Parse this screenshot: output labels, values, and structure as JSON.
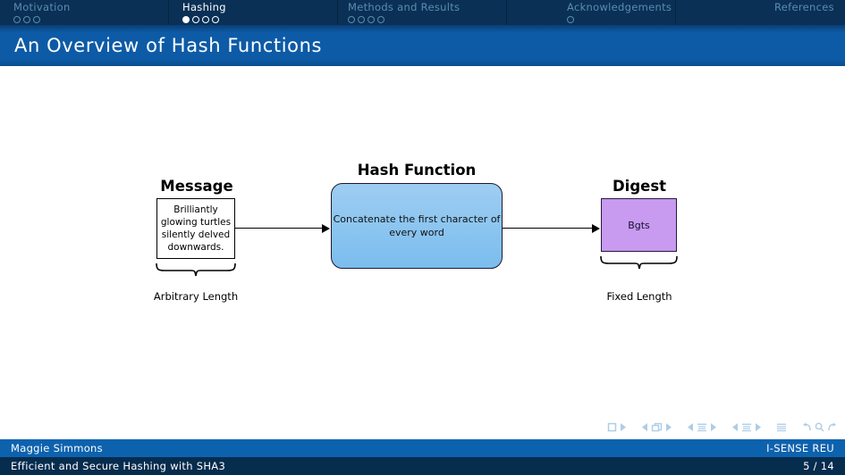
{
  "navbar": {
    "sections": [
      {
        "label": "Motivation",
        "dots": 3,
        "active_index": -1,
        "active": false
      },
      {
        "label": "Hashing",
        "dots": 4,
        "active_index": 0,
        "active": true
      },
      {
        "label": "Methods and Results",
        "dots": 4,
        "active_index": -1,
        "active": false
      },
      {
        "label": "Acknowledgements",
        "dots": 1,
        "active_index": -1,
        "active": false
      },
      {
        "label": "References",
        "dots": 0,
        "active_index": -1,
        "active": false
      }
    ]
  },
  "title": {
    "text": "An Overview of Hash Functions"
  },
  "figure": {
    "message_heading": "Message",
    "message_body": "Brilliantly glowing turtles silently delved downwards.",
    "message_brace_label": "Arbitrary Length",
    "hash_heading": "Hash Function",
    "hash_body": "Concatenate the first character of every word",
    "digest_heading": "Digest",
    "digest_body": "Bgts",
    "digest_brace_label": "Fixed Length",
    "colors": {
      "hash_box_fill": "#8ec6f0",
      "digest_box_fill": "#c89af0",
      "box_border": "#000000"
    }
  },
  "nav_symbols": [
    "first-slide-icon",
    "next-slide-icon",
    "prev-frame-icon",
    "frames-icon",
    "next-frame-icon",
    "prev-subsection-icon",
    "subsection-icon",
    "next-subsection-icon",
    "prev-section-icon",
    "section-icon",
    "next-section-icon",
    "document-icon",
    "back-icon",
    "search-icon",
    "forward-icon"
  ],
  "footer": {
    "author": "Maggie Simmons",
    "institute": "I-SENSE REU",
    "talk_title": "Efficient and Secure Hashing with SHA3",
    "page": "5 / 14"
  },
  "theme": {
    "navbar_bg": "#0a3055",
    "title_bg": "#0d5ba6",
    "footer_top_bg": "#0d62ae",
    "footer_bottom_bg": "#062c4e",
    "inactive_text": "#5b8cb0"
  }
}
